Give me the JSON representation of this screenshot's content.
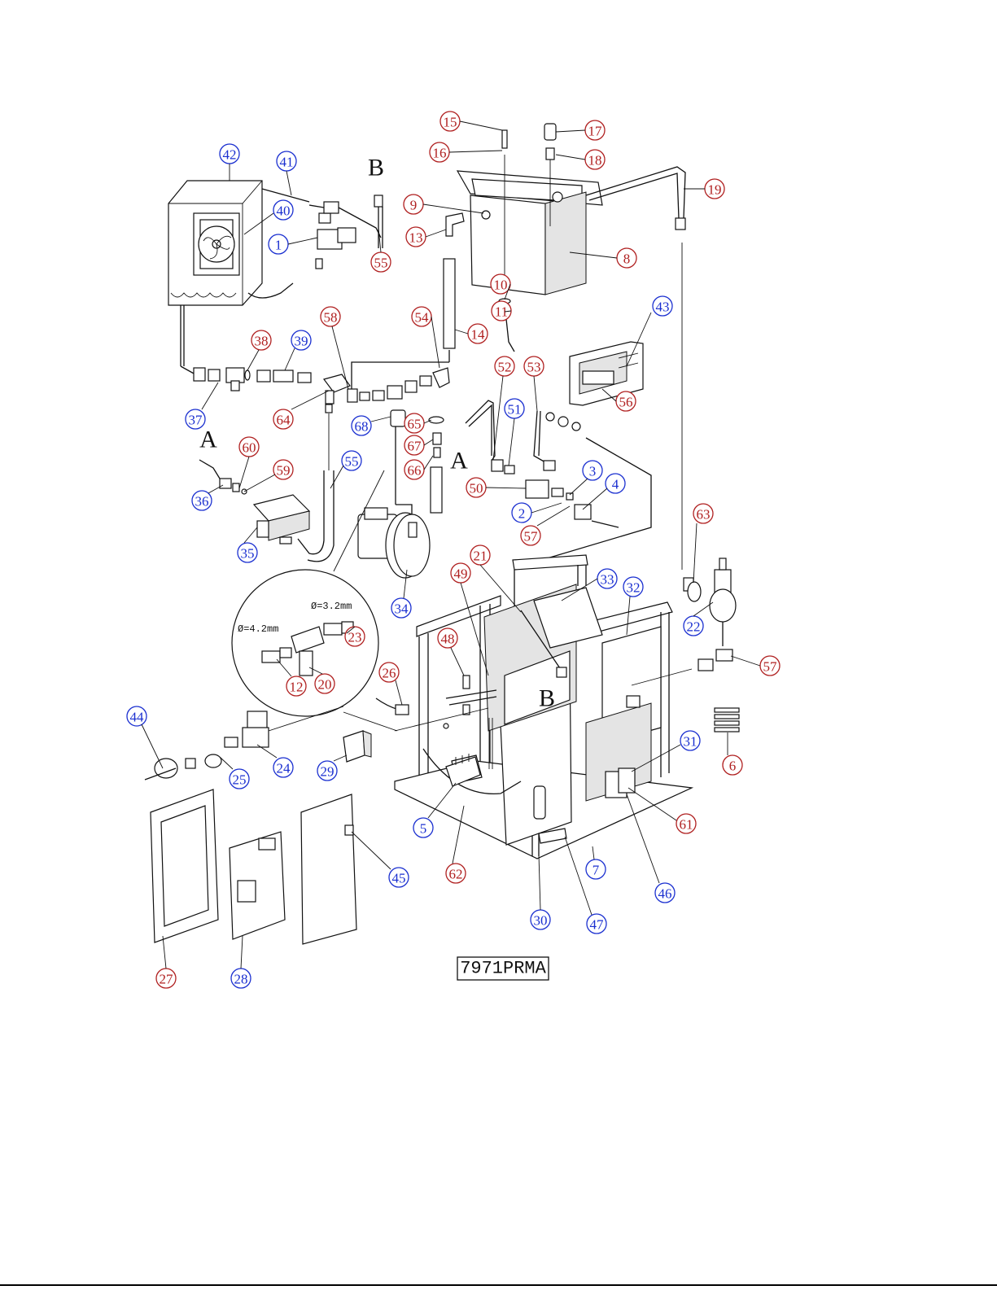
{
  "diagram": {
    "drawing_code": "7971PRMA",
    "colors": {
      "red": "#b02020",
      "blue": "#1a2fd0",
      "line": "#111111"
    },
    "connection_letters": [
      "B",
      "A",
      "A",
      "B"
    ],
    "dimensions": [
      "Ø=3.2mm",
      "Ø=4.2mm"
    ],
    "callouts": [
      {
        "n": "42",
        "c": "blue"
      },
      {
        "n": "41",
        "c": "blue"
      },
      {
        "n": "40",
        "c": "blue"
      },
      {
        "n": "1",
        "c": "blue"
      },
      {
        "n": "55",
        "c": "red"
      },
      {
        "n": "15",
        "c": "red"
      },
      {
        "n": "16",
        "c": "red"
      },
      {
        "n": "17",
        "c": "red"
      },
      {
        "n": "18",
        "c": "red"
      },
      {
        "n": "19",
        "c": "red"
      },
      {
        "n": "9",
        "c": "red"
      },
      {
        "n": "13",
        "c": "red"
      },
      {
        "n": "8",
        "c": "red"
      },
      {
        "n": "10",
        "c": "red"
      },
      {
        "n": "11",
        "c": "red"
      },
      {
        "n": "14",
        "c": "red"
      },
      {
        "n": "58",
        "c": "red"
      },
      {
        "n": "54",
        "c": "red"
      },
      {
        "n": "38",
        "c": "red"
      },
      {
        "n": "39",
        "c": "blue"
      },
      {
        "n": "37",
        "c": "blue"
      },
      {
        "n": "64",
        "c": "red"
      },
      {
        "n": "68",
        "c": "blue"
      },
      {
        "n": "65",
        "c": "red"
      },
      {
        "n": "67",
        "c": "red"
      },
      {
        "n": "66",
        "c": "red"
      },
      {
        "n": "52",
        "c": "red"
      },
      {
        "n": "53",
        "c": "red"
      },
      {
        "n": "51",
        "c": "blue"
      },
      {
        "n": "43",
        "c": "blue"
      },
      {
        "n": "56",
        "c": "red"
      },
      {
        "n": "60",
        "c": "red"
      },
      {
        "n": "59",
        "c": "red"
      },
      {
        "n": "55",
        "c": "blue"
      },
      {
        "n": "36",
        "c": "blue"
      },
      {
        "n": "35",
        "c": "blue"
      },
      {
        "n": "50",
        "c": "red"
      },
      {
        "n": "3",
        "c": "blue"
      },
      {
        "n": "4",
        "c": "blue"
      },
      {
        "n": "2",
        "c": "blue"
      },
      {
        "n": "57",
        "c": "red"
      },
      {
        "n": "63",
        "c": "red"
      },
      {
        "n": "34",
        "c": "blue"
      },
      {
        "n": "21",
        "c": "red"
      },
      {
        "n": "49",
        "c": "red"
      },
      {
        "n": "33",
        "c": "blue"
      },
      {
        "n": "32",
        "c": "blue"
      },
      {
        "n": "22",
        "c": "blue"
      },
      {
        "n": "57",
        "c": "red"
      },
      {
        "n": "23",
        "c": "red"
      },
      {
        "n": "12",
        "c": "red"
      },
      {
        "n": "20",
        "c": "red"
      },
      {
        "n": "48",
        "c": "red"
      },
      {
        "n": "26",
        "c": "red"
      },
      {
        "n": "6",
        "c": "red"
      },
      {
        "n": "44",
        "c": "blue"
      },
      {
        "n": "25",
        "c": "blue"
      },
      {
        "n": "24",
        "c": "blue"
      },
      {
        "n": "29",
        "c": "blue"
      },
      {
        "n": "31",
        "c": "blue"
      },
      {
        "n": "61",
        "c": "red"
      },
      {
        "n": "5",
        "c": "blue"
      },
      {
        "n": "62",
        "c": "red"
      },
      {
        "n": "45",
        "c": "blue"
      },
      {
        "n": "7",
        "c": "blue"
      },
      {
        "n": "46",
        "c": "blue"
      },
      {
        "n": "30",
        "c": "blue"
      },
      {
        "n": "47",
        "c": "blue"
      },
      {
        "n": "27",
        "c": "red"
      },
      {
        "n": "28",
        "c": "blue"
      }
    ]
  }
}
